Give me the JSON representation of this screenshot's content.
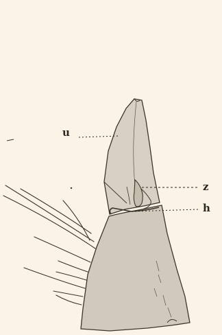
{
  "figure": {
    "labels": {
      "u": "u",
      "z": "z",
      "h": "h"
    },
    "colors": {
      "background": "#fbf4e6",
      "fill": "#d1c9bb",
      "ink": "#3a352d"
    }
  }
}
